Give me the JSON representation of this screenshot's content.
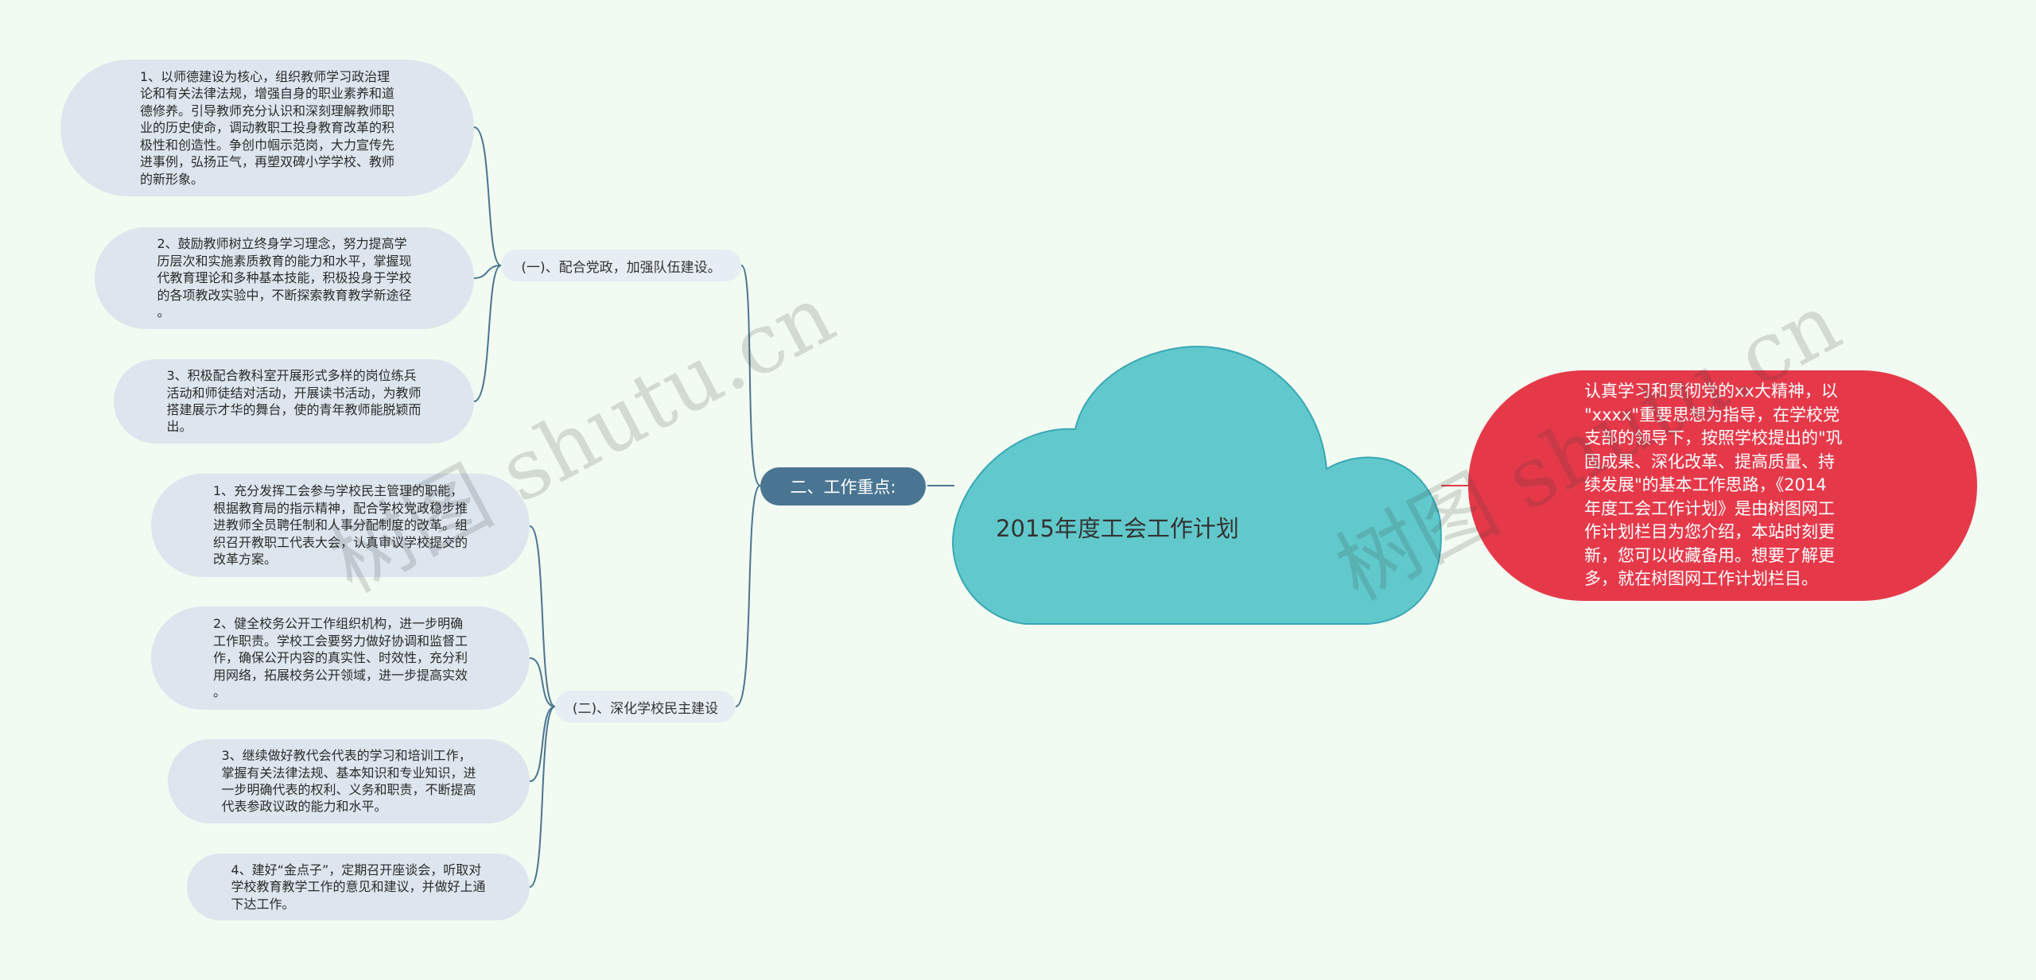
{
  "center": {
    "title": "2015年度工会工作计划"
  },
  "main_branch": {
    "label": "二、工作重点:"
  },
  "branches": [
    {
      "label": "(一)、配合党政，加强队伍建设。"
    },
    {
      "label": "(二)、深化学校民主建设"
    }
  ],
  "leaves_group1": [
    "1、以师德建设为核心，组织教师学习政治理\n论和有关法律法规，增强自身的职业素养和道\n德修养。引导教师充分认识和深刻理解教师职\n业的历史使命，调动教职工投身教育改革的积\n极性和创造性。争创巾帼示范岗，大力宣传先\n进事例，弘扬正气，再塑双碑小学学校、教师\n的新形象。",
    "2、鼓励教师树立终身学习理念，努力提高学\n历层次和实施素质教育的能力和水平，掌握现\n代教育理论和多种基本技能，积极投身于学校\n的各项教改实验中，不断探索教育教学新途径\n。",
    "3、积极配合教科室开展形式多样的岗位练兵\n活动和师徒结对活动，开展读书活动，为教师\n搭建展示才华的舞台，使的青年教师能脱颖而\n出。"
  ],
  "leaves_group2": [
    "1、充分发挥工会参与学校民主管理的职能，\n根据教育局的指示精神，配合学校党政稳步推\n进教师全员聘任制和人事分配制度的改革。组\n织召开教职工代表大会，认真审议学校提交的\n改革方案。",
    "2、健全校务公开工作组织机构，进一步明确\n工作职责。学校工会要努力做好协调和监督工\n作，确保公开内容的真实性、时效性，充分利\n用网络，拓展校务公开领域，进一步提高实效\n。",
    "3、继续做好教代会代表的学习和培训工作，\n掌握有关法律法规、基本知识和专业知识，进\n一步明确代表的权利、义务和职责，不断提高\n代表参政议政的能力和水平。",
    "4、建好“金点子”，定期召开座谈会，听取对\n学校教育教学工作的意见和建议，并做好上通\n下达工作。"
  ],
  "note": {
    "text": "认真学习和贯彻党的xx大精神，以\n\"xxxx\"重要思想为指导，在学校党\n支部的领导下，按照学校提出的\"巩\n固成果、深化改革、提高质量、持\n续发展\"的基本工作思路，《2014\n年度工会工作计划》是由树图网工\n作计划栏目为您介绍，本站时刻更\n新，您可以收藏备用。想要了解更\n多，就在树图网工作计划栏目。"
  },
  "watermarks": [
    "树图 shutu.cn",
    "树图 shutu.cn"
  ],
  "colors": {
    "background": "#f1fbf1",
    "cloud": "#61c9cb",
    "main_branch": "#4a7592",
    "note": "#e5394a",
    "leaf": "#dde6ee",
    "connector": "#4a7592",
    "note_connector": "#e5394a"
  }
}
